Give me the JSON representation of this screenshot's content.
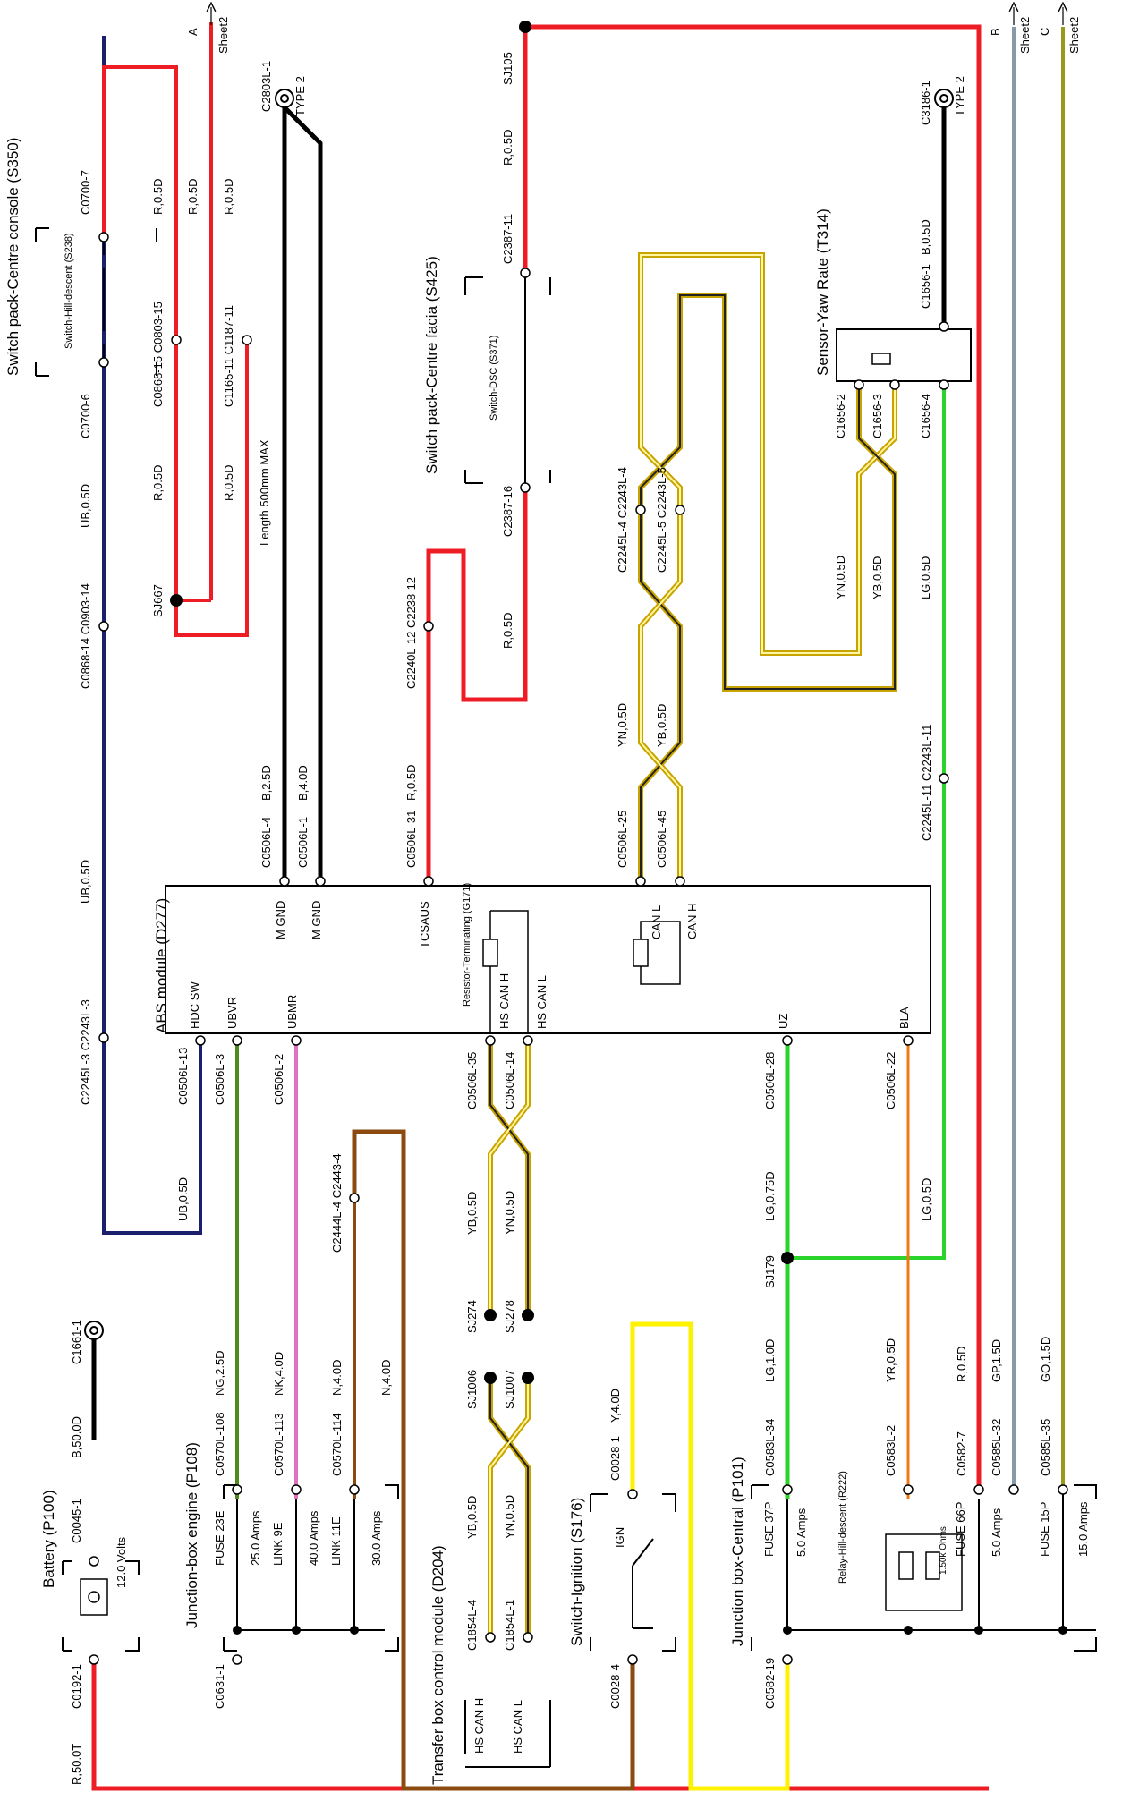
{
  "colors": {
    "red": "#ee1c24",
    "blue": "#1a1f6e",
    "black": "#000000",
    "green": "#2ad42a",
    "yellow": "#fff200",
    "brown": "#8b4a10",
    "orange": "#f07810",
    "ng": "#4f8a1e",
    "pink": "#e070c0",
    "grey": "#8899aa",
    "olive": "#9a9a1a",
    "yb_dark": "#b08a00"
  },
  "components": {
    "battery": "Battery (P100)",
    "battery_volts": "12.0 Volts",
    "jb_engine": "Junction-box engine (P108)",
    "fuse_23e": "FUSE 23E",
    "fuse_23e_rating": "25.0 Amps",
    "link_9e": "LINK 9E",
    "link_9e_rating": "40.0 Amps",
    "link_11e": "LINK 11E",
    "link_11e_rating": "30.0 Amps",
    "tbcm": "Transfer box control module (D204)",
    "tb_hs_can_h": "HS CAN H",
    "tb_hs_can_l": "HS CAN L",
    "ign_switch": "Switch-Ignition (S176)",
    "ign": "IGN",
    "jb_central": "Junction box-Central (P101)",
    "fuse_37p": "FUSE 37P",
    "fuse_37p_rating": "5.0 Amps",
    "relay": "Relay-Hill-descent (R222)",
    "relay_ohms": "1.50k Ohms",
    "fuse_66p": "FUSE 66P",
    "fuse_66p_rating": "5.0 Amps",
    "fuse_15p": "FUSE 15P",
    "fuse_15p_rating": "15.0 Amps",
    "abs": "ABS module (D277)",
    "abs_pins": [
      "HDC SW",
      "UBVR",
      "UBMR",
      "HS CAN H",
      "HS CAN L",
      "UZ",
      "BLA",
      "M GND",
      "M GND",
      "TCSAUS",
      "CAN L",
      "CAN H"
    ],
    "resistor": "Resistor-Terminating (G171)",
    "sp_console": "Switch pack-Centre console (S350)",
    "hill_switch": "Switch-Hill-descent (S238)",
    "sp_facia": "Switch pack-Centre facia (S425)",
    "dsc_switch": "Switch-DSC (S371)",
    "yaw": "Sensor-Yaw Rate (T314)",
    "length_note": "Length 500mm MAX",
    "sheet_a": "A",
    "sheet_b": "B",
    "sheet_c": "C",
    "sheet2": "Sheet2",
    "type2": "TYPE 2"
  },
  "connectors": {
    "c0192_1": "C0192-1",
    "c0045_1": "C0045-1",
    "c1661_1": "C1661-1",
    "c0631_1": "C0631-1",
    "c0570l_108": "C0570L-108",
    "c0570l_113": "C0570L-113",
    "c0570l_114": "C0570L-114",
    "c2444l4": "C2444L-4 C2443-4",
    "c1854l_4": "C1854L-4",
    "c1854l_1": "C1854L-1",
    "sj1006": "SJ1006",
    "sj1007": "SJ1007",
    "sj274": "SJ274",
    "sj278": "SJ278",
    "c0028_4": "C0028-4",
    "c0028_1": "C0028-1",
    "c0582_19": "C0582-19",
    "c0583l_34": "C0583L-34",
    "c0583l_2": "C0583L-2",
    "c0582_7": "C0582-7",
    "c0585l_32": "C0585L-32",
    "c0585l_35": "C0585L-35",
    "sj179": "SJ179",
    "c0506l_13": "C0506L-13",
    "c0506l_3": "C0506L-3",
    "c0506l_2": "C0506L-2",
    "c0506l_35": "C0506L-35",
    "c0506l_14": "C0506L-14",
    "c0506l_28": "C0506L-28",
    "c0506l_22": "C0506L-22",
    "c0506l_4": "C0506L-4",
    "c0506l_1": "C0506L-1",
    "c0506l_31": "C0506L-31",
    "c0506l_25": "C0506L-25",
    "c0506l_45": "C0506L-45",
    "c2245l_3": "C2245L-3 C2243L-3",
    "c0868_14": "C0868-14 C0903-14",
    "c0700_6": "C0700-6",
    "c0700_7": "C0700-7",
    "c0868_15": "C0868-15 C0803-15",
    "c1165_11": "C1165-11 C1187-11",
    "sj667": "SJ667",
    "c2803l_1": "C2803L-1",
    "c2240l_12": "C2240L-12 C2238-12",
    "c2387_16": "C2387-16",
    "c2387_11": "C2387-11",
    "sj105": "SJ105",
    "c2245l_4": "C2245L-4 C2243L-4",
    "c2245l_5": "C2245L-5 C2243L-5",
    "c2245l_11": "C2245L-11 C2243L-11",
    "c1656_2": "C1656-2",
    "c1656_3": "C1656-3",
    "c1656_4": "C1656-4",
    "c1656_1": "C1656-1",
    "c3186_1": "C3186-1"
  },
  "wires": {
    "r50_0t": "R,50.0T",
    "b50_0d": "B,50.0D",
    "ng25": "NG,2.5D",
    "nk40": "NK,4.0D",
    "n40a": "N,4.0D",
    "n40b": "N,4.0D",
    "yb05": "YB,0.5D",
    "yn05": "YN,0.5D",
    "y40": "Y,4.0D",
    "lg10": "LG,1.0D",
    "yr05": "YR,0.5D",
    "r05": "R,0.5D",
    "gp15": "GP,1.5D",
    "go15": "GO,1.5D",
    "lg075": "LG,0.75D",
    "lg05": "LG,0.5D",
    "ub05": "UB,0.5D",
    "b25": "B,2.5D",
    "b40": "B,4.0D",
    "b05": "B,0.5D"
  }
}
